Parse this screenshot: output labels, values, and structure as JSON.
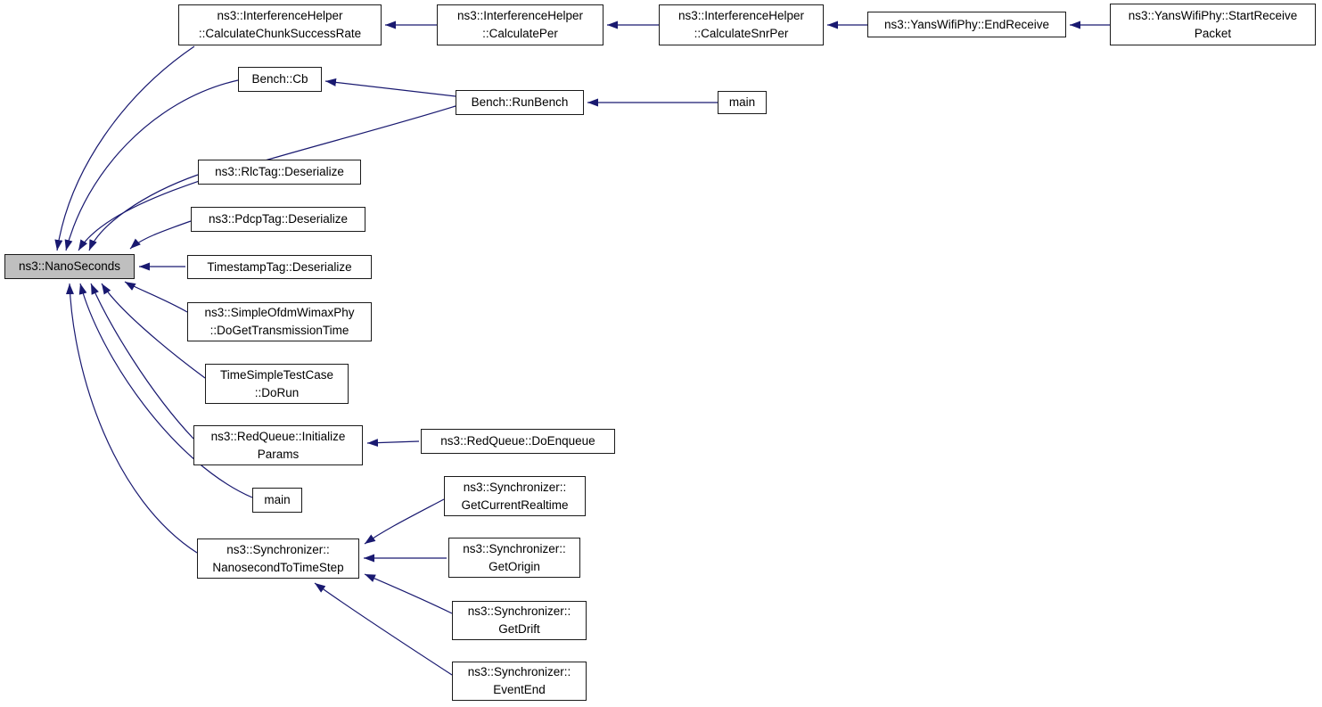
{
  "diagram": {
    "kind": "caller-graph",
    "colors": {
      "edge": "#191970",
      "node_fill": "#ffffff",
      "highlight_fill": "#bfbfbf",
      "border": "#1a1a1a",
      "background": "#ffffff"
    },
    "nodes": [
      {
        "id": "nanoseconds",
        "label": "ns3::NanoSeconds",
        "highlighted": true
      },
      {
        "id": "calc-chunk",
        "label": "ns3::InterferenceHelper\n::CalculateChunkSuccessRate"
      },
      {
        "id": "calc-per",
        "label": "ns3::InterferenceHelper\n::CalculatePer"
      },
      {
        "id": "calc-snr-per",
        "label": "ns3::InterferenceHelper\n::CalculateSnrPer"
      },
      {
        "id": "end-receive",
        "label": "ns3::YansWifiPhy::EndReceive"
      },
      {
        "id": "start-receive",
        "label": "ns3::YansWifiPhy::StartReceive\nPacket"
      },
      {
        "id": "bench-cb",
        "label": "Bench::Cb"
      },
      {
        "id": "run-bench",
        "label": "Bench::RunBench"
      },
      {
        "id": "main-top",
        "label": "main"
      },
      {
        "id": "rlc-deserialize",
        "label": "ns3::RlcTag::Deserialize"
      },
      {
        "id": "pdcp-deserialize",
        "label": "ns3::PdcpTag::Deserialize"
      },
      {
        "id": "timestamp-deserialize",
        "label": "TimestampTag::Deserialize"
      },
      {
        "id": "wimax-dogettransmissiontime",
        "label": "ns3::SimpleOfdmWimaxPhy\n::DoGetTransmissionTime"
      },
      {
        "id": "timesimple-dorun",
        "label": "TimeSimpleTestCase\n::DoRun"
      },
      {
        "id": "redqueue-initializeparams",
        "label": "ns3::RedQueue::Initialize\nParams"
      },
      {
        "id": "redqueue-doenqueue",
        "label": "ns3::RedQueue::DoEnqueue"
      },
      {
        "id": "main-bottom",
        "label": "main"
      },
      {
        "id": "sync-getcurrentrealtime",
        "label": "ns3::Synchronizer::\nGetCurrentRealtime"
      },
      {
        "id": "sync-nanosecondtotimestep",
        "label": "ns3::Synchronizer::\nNanosecondToTimeStep"
      },
      {
        "id": "sync-getorigin",
        "label": "ns3::Synchronizer::\nGetOrigin"
      },
      {
        "id": "sync-getdrift",
        "label": "ns3::Synchronizer::\nGetDrift"
      },
      {
        "id": "sync-eventend",
        "label": "ns3::Synchronizer::\nEventEnd"
      }
    ],
    "edges": [
      {
        "from": "calc-per",
        "to": "calc-chunk"
      },
      {
        "from": "calc-snr-per",
        "to": "calc-per"
      },
      {
        "from": "end-receive",
        "to": "calc-snr-per"
      },
      {
        "from": "start-receive",
        "to": "end-receive"
      },
      {
        "from": "run-bench",
        "to": "bench-cb"
      },
      {
        "from": "main-top",
        "to": "run-bench"
      },
      {
        "from": "calc-chunk",
        "to": "nanoseconds"
      },
      {
        "from": "bench-cb",
        "to": "nanoseconds"
      },
      {
        "from": "run-bench",
        "to": "nanoseconds"
      },
      {
        "from": "rlc-deserialize",
        "to": "nanoseconds"
      },
      {
        "from": "pdcp-deserialize",
        "to": "nanoseconds"
      },
      {
        "from": "timestamp-deserialize",
        "to": "nanoseconds"
      },
      {
        "from": "wimax-dogettransmissiontime",
        "to": "nanoseconds"
      },
      {
        "from": "timesimple-dorun",
        "to": "nanoseconds"
      },
      {
        "from": "redqueue-initializeparams",
        "to": "nanoseconds"
      },
      {
        "from": "main-bottom",
        "to": "nanoseconds"
      },
      {
        "from": "sync-nanosecondtotimestep",
        "to": "nanoseconds"
      },
      {
        "from": "redqueue-doenqueue",
        "to": "redqueue-initializeparams"
      },
      {
        "from": "sync-getcurrentrealtime",
        "to": "sync-nanosecondtotimestep"
      },
      {
        "from": "sync-getorigin",
        "to": "sync-nanosecondtotimestep"
      },
      {
        "from": "sync-getdrift",
        "to": "sync-nanosecondtotimestep"
      },
      {
        "from": "sync-eventend",
        "to": "sync-nanosecondtotimestep"
      }
    ]
  }
}
